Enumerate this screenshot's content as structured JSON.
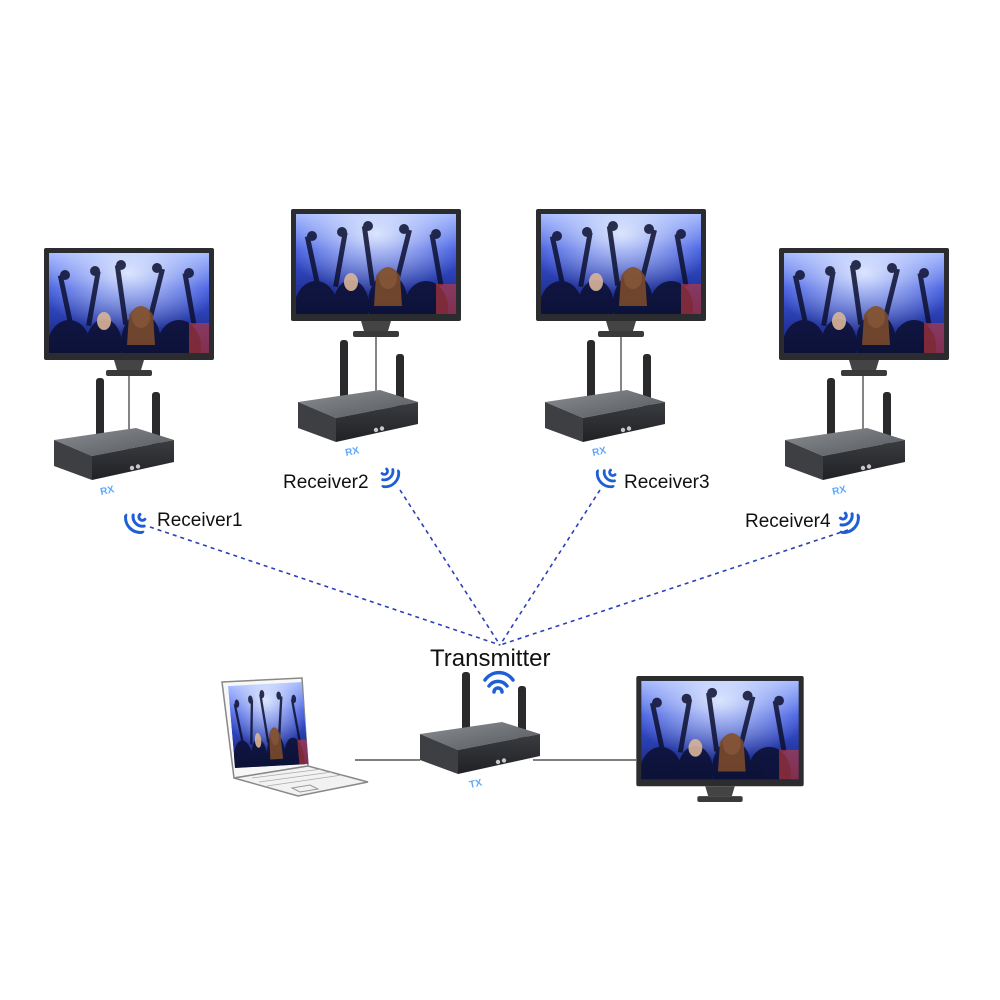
{
  "diagram": {
    "transmitter": {
      "label": "Transmitter",
      "badge": "TX"
    },
    "receivers": [
      {
        "label": "Receiver1",
        "badge": "RX"
      },
      {
        "label": "Receiver2",
        "badge": "RX"
      },
      {
        "label": "Receiver3",
        "badge": "RX"
      },
      {
        "label": "Receiver4",
        "badge": "RX"
      }
    ],
    "sources": [
      "laptop",
      "monitor"
    ],
    "icons": {
      "wireless": "wifi-signal-icon"
    }
  },
  "colors": {
    "signal_blue": "#1f5fd6",
    "link_dashed": "#2b3fb8",
    "device_gray": "#5e6166",
    "screen_blue": "#2a3fd1",
    "cable": "#333333"
  }
}
